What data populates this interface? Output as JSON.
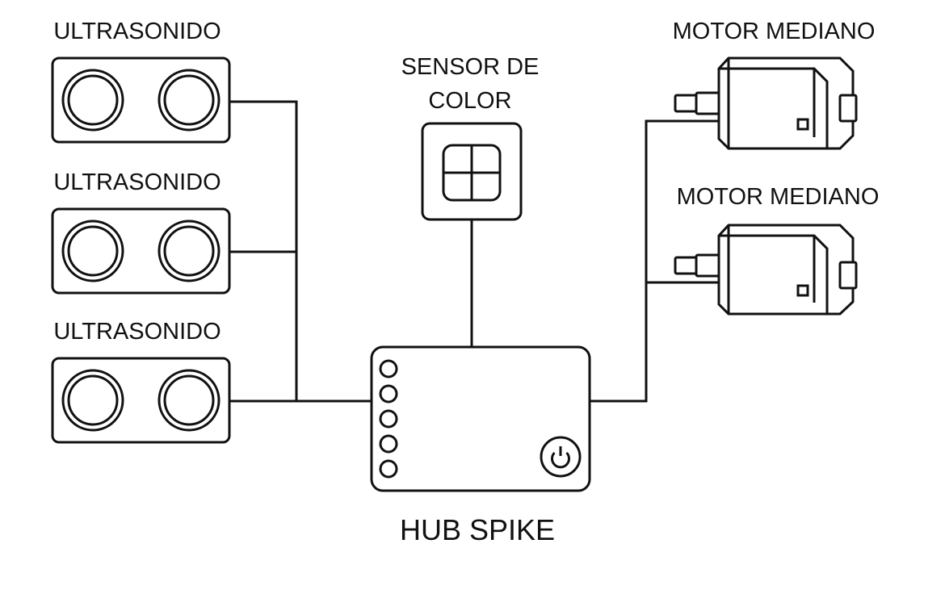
{
  "colors": {
    "line": "#111111",
    "background": "#ffffff"
  },
  "ultrasonic_sensors": [
    {
      "label": "ULTRASONIDO"
    },
    {
      "label": "ULTRASONIDO"
    },
    {
      "label": "ULTRASONIDO"
    }
  ],
  "color_sensor": {
    "label_line1": "SENSOR DE",
    "label_line2": "COLOR",
    "icon": "color-sensor-icon"
  },
  "hub": {
    "label": "HUB SPIKE",
    "ports": 5,
    "power_icon": "power-icon"
  },
  "motors": [
    {
      "label": "MOTOR MEDIANO"
    },
    {
      "label": "MOTOR MEDIANO"
    }
  ]
}
